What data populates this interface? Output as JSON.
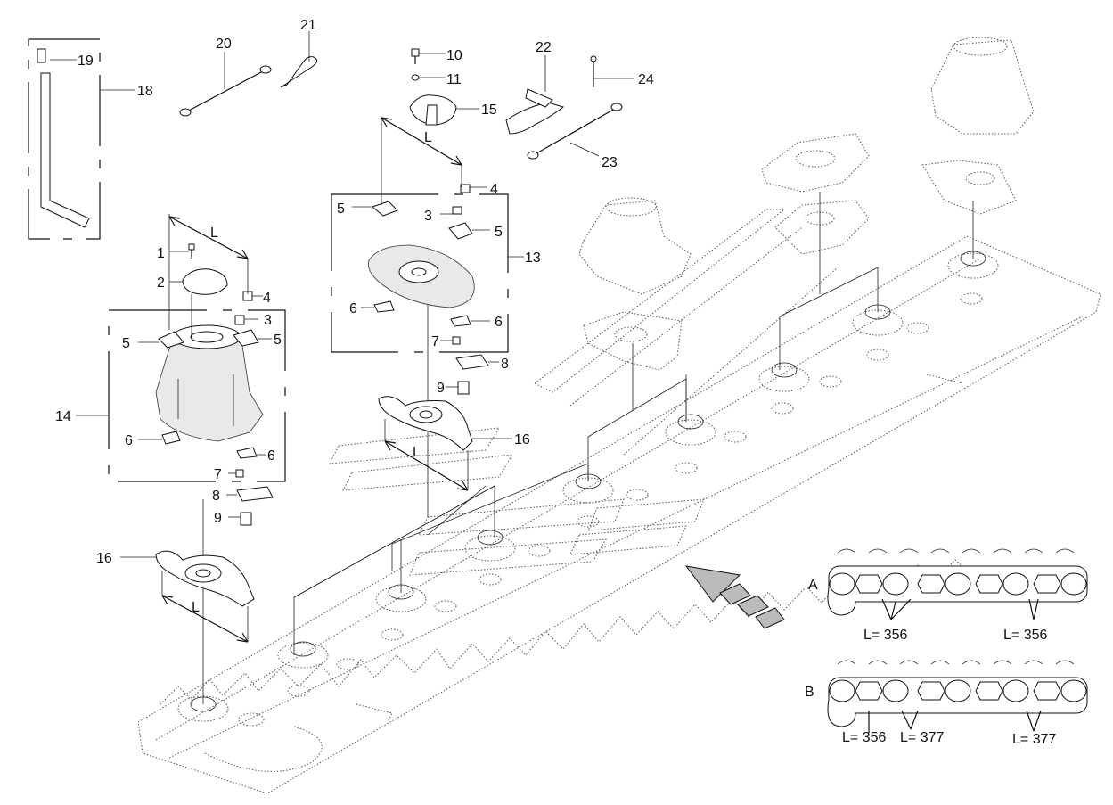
{
  "callouts": {
    "c1": "1",
    "c2": "2",
    "c3a": "3",
    "c3b": "3",
    "c4a": "4",
    "c4b": "4",
    "c5a": "5",
    "c5b": "5",
    "c5c": "5",
    "c5d": "5",
    "c6a": "6",
    "c6b": "6",
    "c6c": "6",
    "c6d": "6",
    "c7a": "7",
    "c7b": "7",
    "c8a": "8",
    "c8b": "8",
    "c9a": "9",
    "c9b": "9",
    "c10": "10",
    "c11": "11",
    "c13": "13",
    "c14": "14",
    "c15": "15",
    "c16a": "16",
    "c16b": "16",
    "c18": "18",
    "c19": "19",
    "c20": "20",
    "c21": "21",
    "c22": "22",
    "c23": "23",
    "c24": "24"
  },
  "dimension_letter": "L",
  "inset_a": {
    "label": "A",
    "dim_left": "L= 356",
    "dim_right": "L= 356"
  },
  "inset_b": {
    "label": "B",
    "dim_left": "L= 356",
    "dim_mid": "L= 377",
    "dim_right": "L= 377"
  }
}
